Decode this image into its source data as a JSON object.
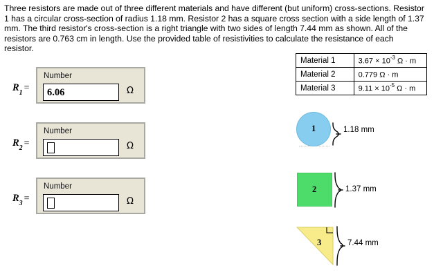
{
  "problem": {
    "text": "Three resistors are made out of three different materials and have different (but uniform) cross-sections. Resistor 1 has a circular cross-section of radius 1.18 mm. Resistor 2 has a square cross section with a side length of 1.37 mm. The third resistor's cross-section is a right triangle with two sides of length 7.44 mm as shown. All of the resistors are 0.763 cm in length. Use the provided table of resistivities to calculate the resistance of each resistor."
  },
  "answers": {
    "unit_symbol": "Ω",
    "rows": [
      {
        "label_var": "R",
        "label_sub": "1",
        "label_eq": "=",
        "field_label": "Number",
        "value": "6.06",
        "placeholder": "",
        "empty": false
      },
      {
        "label_var": "R",
        "label_sub": "2",
        "label_eq": "=",
        "field_label": "Number",
        "value": "",
        "placeholder": "",
        "empty": true
      },
      {
        "label_var": "R",
        "label_sub": "3",
        "label_eq": "=",
        "field_label": "Number",
        "value": "",
        "placeholder": "",
        "empty": true
      }
    ]
  },
  "resistivity_table": {
    "rows": [
      {
        "material": "Material 1",
        "mantissa": "3.67 × 10",
        "exponent": "-3",
        "unit": " Ω · m",
        "full_value": "3.67 × 10⁻³ Ω · m"
      },
      {
        "material": "Material 2",
        "mantissa": "0.779",
        "exponent": "",
        "unit": " Ω · m",
        "full_value": "0.779 Ω · m"
      },
      {
        "material": "Material 3",
        "mantissa": "9.11 × 10",
        "exponent": "-5",
        "unit": " Ω · m",
        "full_value": "9.11 × 10⁻⁵ Ω · m"
      }
    ]
  },
  "figures": [
    {
      "shape": "circle",
      "number": "1",
      "dimension": "1.18 mm",
      "color": "#86cdf0"
    },
    {
      "shape": "square",
      "number": "2",
      "dimension": "1.37 mm",
      "color": "#4ddc6a"
    },
    {
      "shape": "right-triangle",
      "number": "3",
      "dimension": "7.44 mm",
      "color": "#f7eb8a"
    }
  ]
}
